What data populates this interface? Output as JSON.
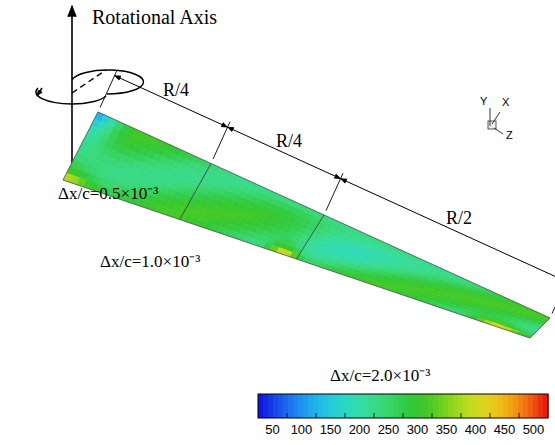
{
  "diagram": {
    "labels": [
      "Rotational Axis",
      "R/4",
      "R/4",
      "R/2",
      "Δx/c=0.5×10⁻³",
      "Δx/c=1.0×10⁻³",
      "Δx/c=2.0×10⁻³",
      "Y",
      "X",
      "Z",
      "50",
      "100",
      "150",
      "200",
      "250",
      "300",
      "350",
      "400",
      "450",
      "500"
    ]
  }
}
